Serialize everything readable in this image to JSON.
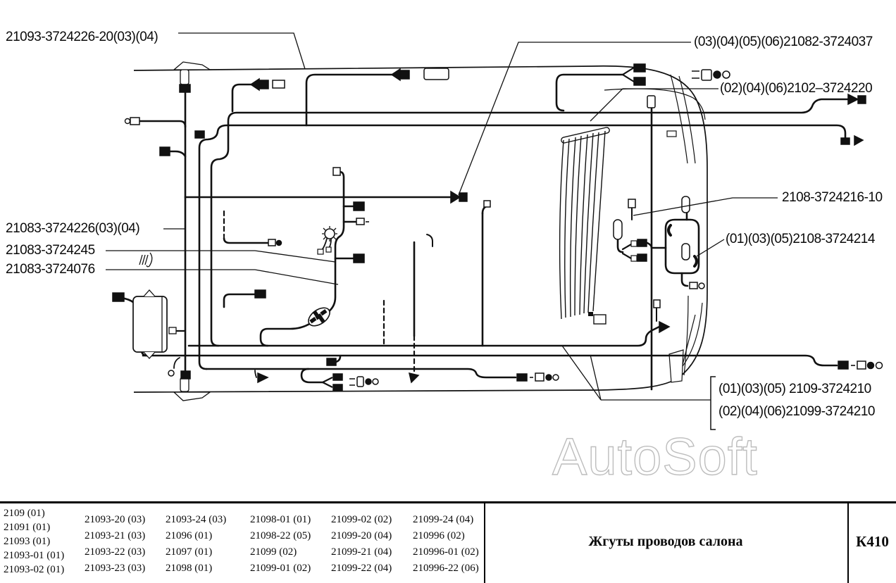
{
  "callouts": {
    "top_left": "21093-3724226-20(03)(04)",
    "right_top": "(03)(04)(05)(06)21082-3724037",
    "right_upper": "(02)(04)(06)2102–3724220",
    "right_mid": "2108-3724216-10",
    "right_lower": "(01)(03)(05)2108-3724214",
    "left_1": "21083-3724226(03)(04)",
    "left_2": "21083-3724245",
    "left_3": "21083-3724076",
    "bottom_right_1": "(01)(03)(05) 2109-3724210",
    "bottom_right_2": "(02)(04)(06)21099-3724210"
  },
  "watermark": "AutoSoft",
  "footer": {
    "columns": [
      [
        "2109 (01)",
        "21091 (01)",
        "21093 (01)",
        "21093-01 (01)",
        "21093-02 (01)"
      ],
      [
        "21093-20 (03)",
        "21093-21 (03)",
        "21093-22 (03)",
        "21093-23 (03)"
      ],
      [
        "21093-24 (03)",
        "21096 (01)",
        "21097 (01)",
        "21098 (01)"
      ],
      [
        "21098-01 (01)",
        "21098-22 (05)",
        "21099 (02)",
        "21099-01 (02)"
      ],
      [
        "21099-02 (02)",
        "21099-20 (04)",
        "21099-21 (04)",
        "21099-22 (04)"
      ],
      [
        "21099-24 (04)",
        "210996 (02)",
        "210996-01 (02)",
        "210996-22 (06)"
      ]
    ],
    "title": "Жгуты проводов салона",
    "code": "К410"
  },
  "colors": {
    "ink": "#0a0a0a",
    "watermark_outline": "#bdbdbd",
    "paper": "#ffffff"
  }
}
